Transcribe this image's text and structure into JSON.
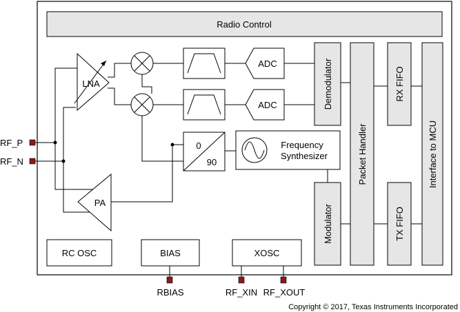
{
  "diagram": {
    "blocks": {
      "radio_control": "Radio Control",
      "lna": "LNA",
      "pa": "PA",
      "adc_i": "ADC",
      "adc_q": "ADC",
      "phase_0": "0",
      "phase_90": "90",
      "frequency_synthesizer_line1": "Frequency",
      "frequency_synthesizer_line2": "Synthesizer",
      "demodulator": "Demodulator",
      "modulator": "Modulator",
      "packet_handler": "Packet Handler",
      "rx_fifo": "RX FIFO",
      "tx_fifo": "TX FIFO",
      "interface_to_mcu": "Interface to MCU",
      "rc_osc": "RC OSC",
      "bias": "BIAS",
      "xosc": "XOSC"
    },
    "pins": {
      "rf_p": "RF_P",
      "rf_n": "RF_N",
      "rbias": "RBIAS",
      "rf_xin": "RF_XIN",
      "rf_xout": "RF_XOUT"
    },
    "copyright": "Copyright © 2017, Texas Instruments Incorporated",
    "colors": {
      "block_fill": "#e6e6e6",
      "pin_fill": "#8b1a1a"
    }
  }
}
